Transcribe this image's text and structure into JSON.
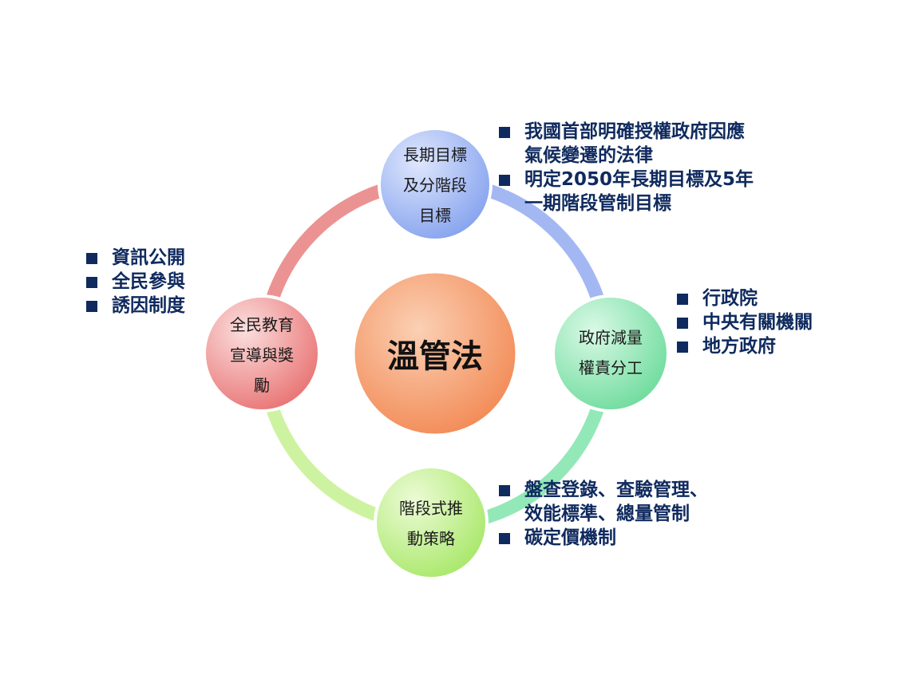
{
  "center": {
    "label": "溫管法"
  },
  "nodes": [
    {
      "id": "top",
      "lines": [
        "長期目標",
        "及分階段",
        "目標"
      ]
    },
    {
      "id": "right",
      "lines": [
        "政府減量",
        "權責分工"
      ]
    },
    {
      "id": "bottom",
      "lines": [
        "階段式推",
        "動策略"
      ]
    },
    {
      "id": "left",
      "lines": [
        "全民教育",
        "宣導與獎",
        "勵"
      ]
    }
  ],
  "bullet_groups": {
    "top_right": [
      "我國首部明確授權政府因應\n氣候變遷的法律",
      "明定2050年長期目標及5年\n一期階段管制目標"
    ],
    "right": [
      "行政院",
      "中央有關機關",
      "地方政府"
    ],
    "bottom_right": [
      "盤查登錄、查驗管理、\n效能標準、總量管制",
      "碳定價機制"
    ],
    "left": [
      "資訊公開",
      "全民參與",
      "誘因制度"
    ]
  },
  "colors": {
    "bullet_text": "#0f2a5e",
    "ring_red": "#e98a8a",
    "ring_blue": "#9bb3f0",
    "ring_green": "#8fe6b3",
    "ring_lime": "#c9f29a",
    "center_fill": "#f48a55",
    "node_top": "#8faaf0",
    "node_right": "#7de0a6",
    "node_bottom": "#b3ec77",
    "node_left": "#ec7d7d"
  }
}
